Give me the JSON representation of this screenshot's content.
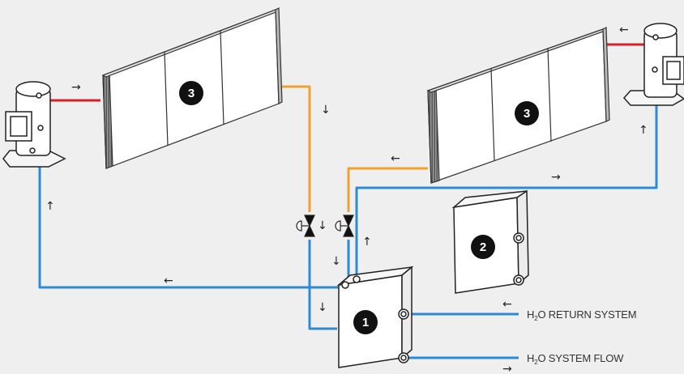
{
  "colors": {
    "background": "#efefef",
    "cold_line": "#2f8ad6",
    "warm_line": "#f0a030",
    "hot_line": "#d8202a",
    "badge": "#111111"
  },
  "components": {
    "heat_exchanger_main": {
      "number": "1"
    },
    "heat_exchanger_secondary": {
      "number": "2"
    },
    "panel_left": {
      "number": "3"
    },
    "panel_right": {
      "number": "3"
    }
  },
  "labels": {
    "return": {
      "h": "H",
      "sub": "2",
      "rest": "O RETURN SYSTEM"
    },
    "flow": {
      "h": "H",
      "sub": "2",
      "rest": "O SYSTEM FLOW"
    }
  },
  "arrows": {
    "right": "→",
    "left": "←",
    "up": "↑",
    "down": "↓"
  }
}
